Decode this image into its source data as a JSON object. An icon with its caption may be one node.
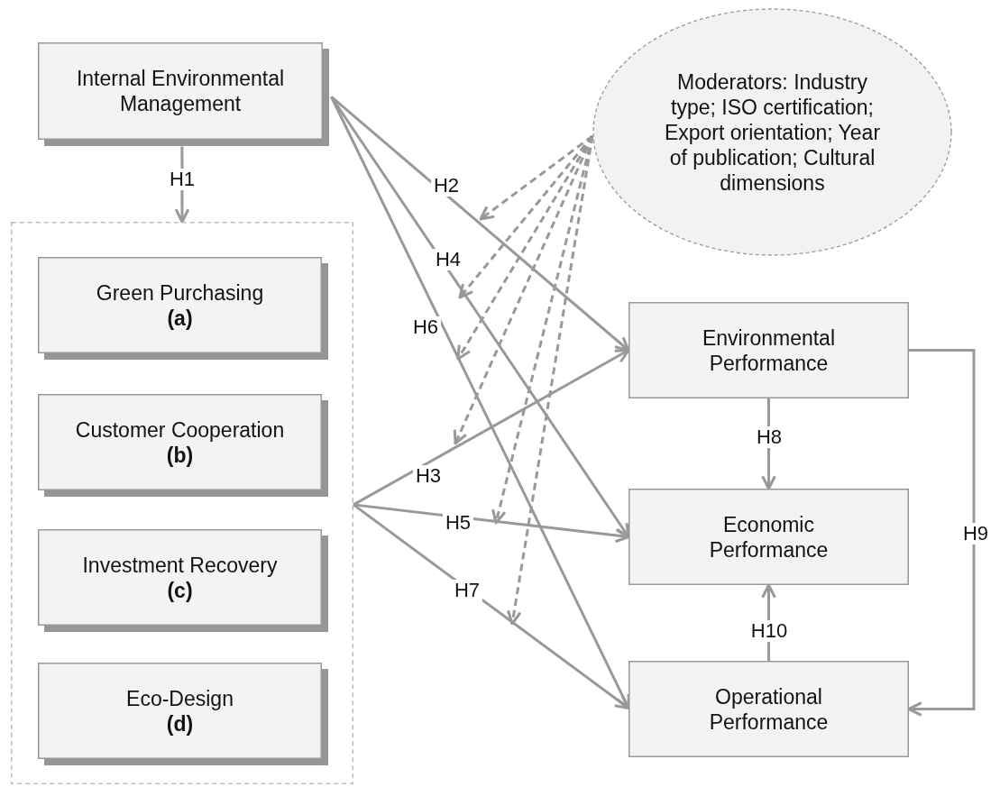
{
  "diagram": {
    "nodes": [
      {
        "text": [
          "Internal Environmental Management"
        ]
      },
      {
        "text": [],
        "shape": "box"
      },
      {
        "text": [
          "Green Purchasing",
          "(a)"
        ],
        "in": 1
      },
      {
        "text": [
          "Customer Cooperation",
          "(b)"
        ],
        "in": 1
      },
      {
        "text": [
          "Investment Recovery",
          "(c)"
        ],
        "in": 1
      },
      {
        "text": [
          "Eco-Design",
          "(d)"
        ],
        "in": 1
      },
      {
        "text": [
          "Moderators: Industry type; ISO certification; Export orientation; Year of publication; Cultural dimensions"
        ]
      },
      {
        "text": [
          "Environmental Performance"
        ]
      },
      {
        "text": [
          "Economic Performance"
        ]
      },
      {
        "text": [
          "Operational Performance"
        ]
      }
    ],
    "edges": [
      {
        "from": 0,
        "to": 1,
        "arrow": "to",
        "label": "H1"
      },
      {
        "from": 0,
        "to": 7,
        "arrow": "to",
        "label": "H2"
      },
      {
        "from": 0,
        "to": 8,
        "arrow": "to",
        "label": "H4"
      },
      {
        "from": 0,
        "to": 9,
        "arrow": "to",
        "label": "H6"
      },
      {
        "from": 1,
        "to": 7,
        "arrow": "to",
        "label": "H3"
      },
      {
        "from": 1,
        "to": 8,
        "arrow": "to",
        "label": "H5"
      },
      {
        "from": 1,
        "to": 9,
        "arrow": "to",
        "label": "H7"
      },
      {
        "from": 7,
        "to": 8,
        "arrow": "to",
        "label": "H8"
      },
      {
        "from": 7,
        "to": 9,
        "arrow": "to",
        "label": "H9"
      },
      {
        "from": 9,
        "to": 8,
        "arrow": "to",
        "label": "H10"
      },
      {
        "from": 6,
        "to": null,
        "arrow": "to",
        "style": "dashed"
      },
      {
        "from": 6,
        "to": null,
        "arrow": "to",
        "style": "dashed"
      },
      {
        "from": 6,
        "to": null,
        "arrow": "to",
        "style": "dashed"
      },
      {
        "from": 6,
        "to": null,
        "arrow": "to",
        "style": "dashed"
      },
      {
        "from": 6,
        "to": null,
        "arrow": "to",
        "style": "dashed"
      },
      {
        "from": 6,
        "to": null,
        "arrow": "to",
        "style": "dashed"
      }
    ]
  }
}
